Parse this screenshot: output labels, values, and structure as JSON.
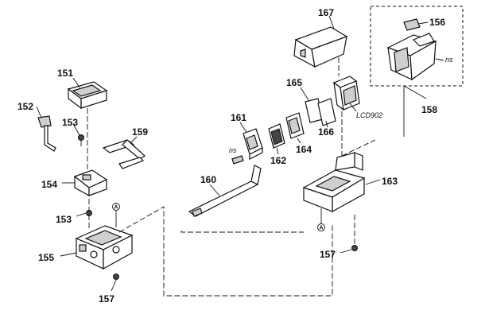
{
  "parts": {
    "p151": "151",
    "p152": "152",
    "p153a": "153",
    "p153b": "153",
    "p154": "154",
    "p155": "155",
    "p156": "156",
    "p157a": "157",
    "p157b": "157",
    "p158": "158",
    "p159": "159",
    "p160": "160",
    "p161": "161",
    "p162": "162",
    "p163": "163",
    "p164": "164",
    "p165": "165",
    "p166": "166",
    "p167": "167",
    "lcd": "LCD902"
  },
  "notes": {
    "ns1": "ns",
    "ns2": "ns"
  },
  "markers": {
    "a1": "A",
    "a2": "A"
  }
}
